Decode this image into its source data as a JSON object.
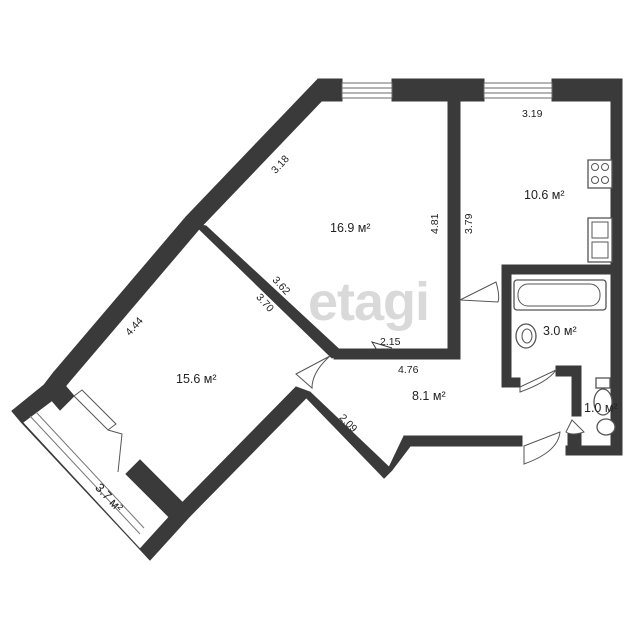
{
  "watermark": "etagi",
  "rooms": {
    "bedroom": {
      "area": "16.9 м²"
    },
    "kitchen": {
      "area": "10.6 м²"
    },
    "living": {
      "area": "15.6 м²"
    },
    "bathroom": {
      "area": "3.0 м²"
    },
    "hall": {
      "area": "8.1 м²"
    },
    "toilet": {
      "area": "1.0 м²"
    },
    "balcony": {
      "area": "3.7 м²"
    }
  },
  "dimensions": {
    "d_3_18": "3.18",
    "d_3_19": "3.19",
    "d_4_81": "4.81",
    "d_3_79": "3.79",
    "d_3_62": "3.62",
    "d_3_70": "3.70",
    "d_4_44": "4.44",
    "d_2_15": "2.15",
    "d_4_76": "4.76",
    "d_2_09": "2.09"
  },
  "colors": {
    "wall": "#3a3a3a",
    "watermark": "#d9d9d9"
  }
}
